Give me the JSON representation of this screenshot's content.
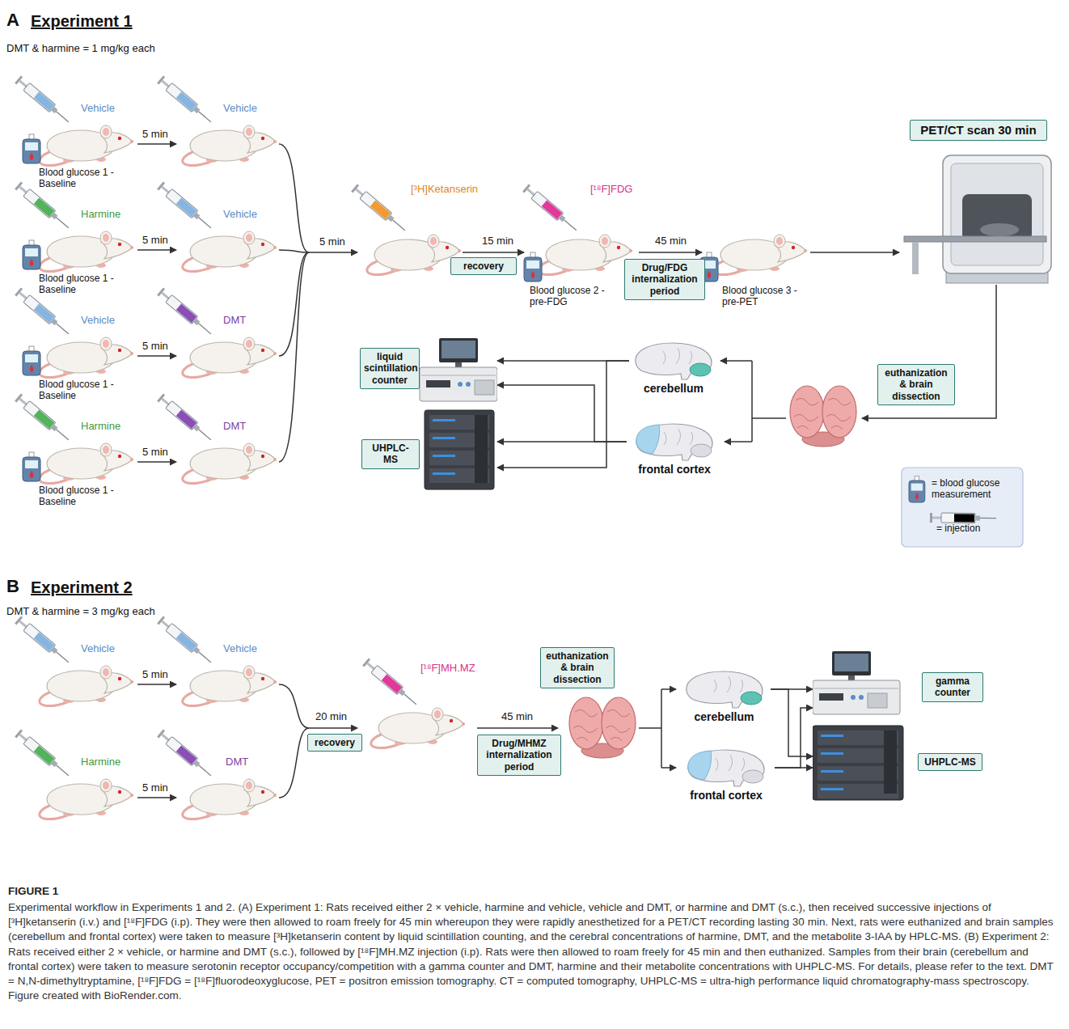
{
  "diagram": {
    "title": "FIGURE 1",
    "caption": "Experimental workflow in Experiments 1 and 2. (A) Experiment 1: Rats received either 2 × vehicle, harmine and vehicle, vehicle and DMT, or harmine and DMT (s.c.), then received successive injections of [³H]ketanserin (i.v.) and [¹⁸F]FDG (i.p). They were then allowed to roam freely for 45 min whereupon they were rapidly anesthetized for a PET/CT recording lasting 30 min. Next, rats were euthanized and brain samples (cerebellum and frontal cortex) were taken to measure [³H]ketanserin content by liquid scintillation counting, and the cerebral concentrations of harmine, DMT, and the metabolite 3-IAA by HPLC-MS. (B) Experiment 2: Rats received either 2 × vehicle, or harmine and DMT (s.c.), followed by [¹⁸F]MH.MZ injection (i.p). Rats were then allowed to roam freely for 45 min and then euthanized. Samples from their brain (cerebellum and frontal cortex) were taken to measure serotonin receptor occupancy/competition with a gamma counter and DMT, harmine and their metabolite concentrations with UHPLC-MS. For details, please refer to the text. DMT = N,N-dimethyltryptamine, [¹⁸F]FDG = [¹⁸F]fluorodeoxyglucose, PET = positron emission tomography. CT = computed tomography, UHPLC-MS = ultra-high performance liquid chromatography-mass spectroscopy. Figure created with BioRender.com.",
    "nodes": [
      {
        "text": [
          "PET/CT scan 30 min"
        ]
      },
      {
        "text": [
          "recovery"
        ]
      },
      {
        "text": [
          "Drug/FDG internalization period"
        ]
      },
      {
        "text": [
          "euthanization & brain dissection"
        ]
      },
      {
        "text": [
          "liquid scintillation counter"
        ]
      },
      {
        "text": [
          "UHPLC-MS"
        ]
      },
      {
        "text": [
          "cerebellum"
        ]
      },
      {
        "text": [
          "frontal cortex"
        ]
      },
      {
        "text": [
          "recovery"
        ]
      },
      {
        "text": [
          "Drug/MHMZ internalization period"
        ]
      },
      {
        "text": [
          "euthanization & brain dissection"
        ]
      },
      {
        "text": [
          "cerebellum"
        ]
      },
      {
        "text": [
          "frontal cortex"
        ]
      },
      {
        "text": [
          "gamma counter"
        ]
      },
      {
        "text": [
          "UHPLC-MS"
        ]
      }
    ],
    "edges": [
      {
        "from": 6,
        "to": 4,
        "arrow": "to"
      },
      {
        "from": 6,
        "to": 5,
        "arrow": "to"
      },
      {
        "from": 7,
        "to": 4,
        "arrow": "to"
      },
      {
        "from": 7,
        "to": 5,
        "arrow": "to"
      },
      {
        "from": 11,
        "to": 13,
        "arrow": "to"
      },
      {
        "from": 11,
        "to": 14,
        "arrow": "to"
      },
      {
        "from": 12,
        "to": 13,
        "arrow": "to"
      },
      {
        "from": 12,
        "to": 14,
        "arrow": "to"
      }
    ],
    "labels": [
      "A",
      "Experiment 1",
      "DMT & harmine = 1 mg/kg each",
      "Vehicle",
      "5 min",
      "Vehicle",
      "Blood glucose 1 - Baseline",
      "Harmine",
      "5 min",
      "Vehicle",
      "Blood glucose 1 - Baseline",
      "Vehicle",
      "5 min",
      "DMT",
      "Blood glucose 1 - Baseline",
      "Harmine",
      "5 min",
      "DMT",
      "Blood glucose 1 - Baseline",
      "5 min",
      "[³H]Ketanserin",
      "15 min",
      "[¹⁸F]FDG",
      "Blood glucose 2 - pre-FDG",
      "45 min",
      "Blood glucose 3 - pre-PET",
      "B",
      "Experiment 2",
      "DMT & harmine = 3 mg/kg each",
      "Vehicle",
      "5 min",
      "Vehicle",
      "Harmine",
      "5 min",
      "DMT",
      "20 min",
      "[¹⁸F]MH.MZ",
      "45 min"
    ],
    "legend": [
      {
        "text": "= blood glucose measurement"
      },
      {
        "text": "= injection"
      }
    ]
  }
}
